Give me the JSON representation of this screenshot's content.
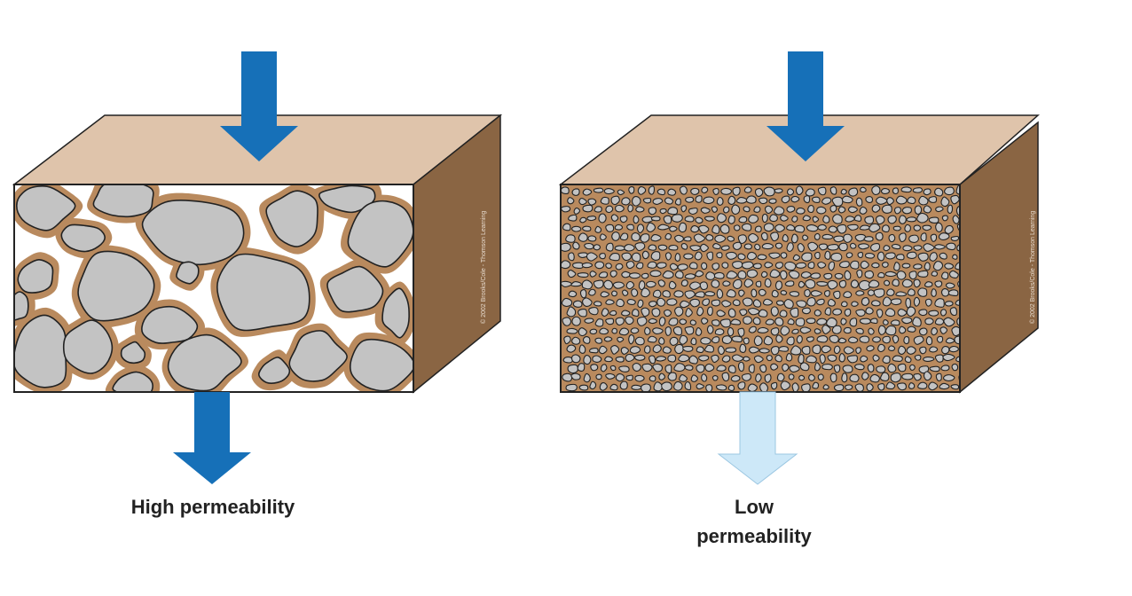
{
  "diagram": {
    "high": {
      "caption": "High permeability",
      "copyright": "© 2002 Brooks/Cole - Thomson Learning"
    },
    "low": {
      "caption_line1": "Low",
      "caption_line2": "permeability",
      "copyright": "© 2002 Brooks/Cole - Thomson Learning"
    },
    "colors": {
      "top_face": "#dfc4ab",
      "side_face": "#8a6543",
      "matrix": "#b98a5e",
      "grain": "#c3c3c3",
      "pore": "#ffffff",
      "arrow_strong": "#1670b8",
      "arrow_weak": "#cde8f8",
      "outline": "#222222"
    },
    "icons": [
      "arrow-down-icon"
    ]
  }
}
